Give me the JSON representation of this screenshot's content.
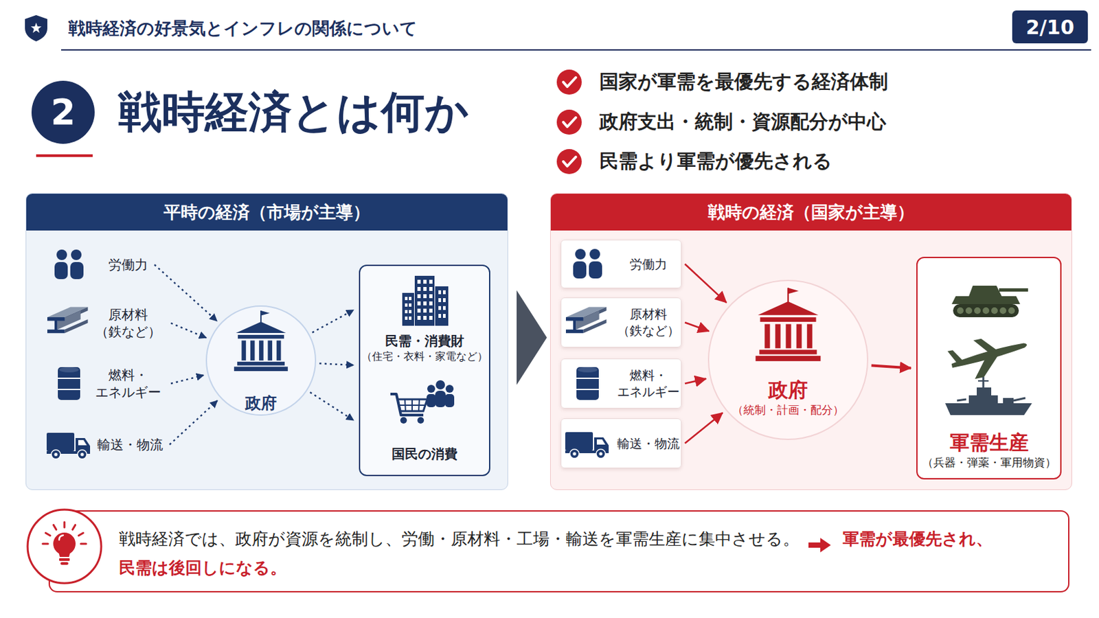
{
  "diagram": {
    "title": "戦時経済の好景気とインフレの関係について",
    "nodes": [
      {
        "text": [
          "平時の経済（市場が主導）"
        ]
      },
      {
        "text": [
          "労働力"
        ],
        "in": 0
      },
      {
        "text": [
          "原材料 （鉄など）"
        ],
        "in": 0
      },
      {
        "text": [
          "燃料・ エネルギー"
        ],
        "in": 0
      },
      {
        "text": [
          "輸送・物流"
        ],
        "in": 0
      },
      {
        "text": [
          "政府"
        ],
        "in": 0
      },
      {
        "text": [
          "民需・消費財",
          "（住宅・衣料・家電など）",
          "国民の消費"
        ],
        "in": 0
      },
      {
        "text": [
          "戦時の経済（国家が主導）"
        ]
      },
      {
        "text": [
          "労働力"
        ],
        "in": 7
      },
      {
        "text": [
          "原材料 （鉄など）"
        ],
        "in": 7
      },
      {
        "text": [
          "燃料・ エネルギー"
        ],
        "in": 7
      },
      {
        "text": [
          "輸送・物流"
        ],
        "in": 7
      },
      {
        "text": [
          "政府",
          "（統制・計画・配分）"
        ],
        "in": 7
      },
      {
        "text": [
          "軍需生産",
          "（兵器・弾薬・軍用物資）"
        ],
        "in": 7
      },
      {
        "text": [
          "戦時経済では、政府が資源を統制し、労働・原材料・工場・輸送を軍需生産に集中させる。",
          "軍需が最優先され、 民需は後回しになる。"
        ]
      }
    ],
    "edges": [
      {
        "from": 1,
        "to": 5,
        "arrow": "to"
      },
      {
        "from": 2,
        "to": 5,
        "arrow": "to"
      },
      {
        "from": 3,
        "to": 5,
        "arrow": "to"
      },
      {
        "from": 4,
        "to": 5,
        "arrow": "to"
      },
      {
        "from": 5,
        "to": 6,
        "arrow": "to"
      },
      {
        "from": 5,
        "to": 6,
        "arrow": "to"
      },
      {
        "from": 5,
        "to": 6,
        "arrow": "to"
      },
      {
        "from": 8,
        "to": 12,
        "arrow": "to"
      },
      {
        "from": 9,
        "to": 12,
        "arrow": "to"
      },
      {
        "from": 10,
        "to": 12,
        "arrow": "to"
      },
      {
        "from": 11,
        "to": 12,
        "arrow": "to"
      },
      {
        "from": 12,
        "to": 13,
        "arrow": "to"
      }
    ],
    "labels": [
      "2",
      "戦時経済とは何か",
      "2/10",
      "国家が軍需を最優先する経済体制",
      "政府支出・統制・資源配分が中心",
      "民需より軍需が優先される"
    ]
  }
}
